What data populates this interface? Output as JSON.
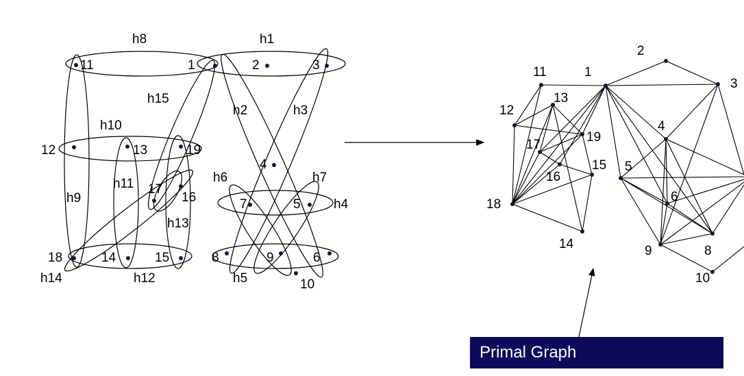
{
  "hypergraph": {
    "vertices": [
      {
        "id": "v11",
        "label": "11"
      },
      {
        "id": "v1",
        "label": "1"
      },
      {
        "id": "v2",
        "label": "2"
      },
      {
        "id": "v3",
        "label": "3"
      },
      {
        "id": "v12",
        "label": "12"
      },
      {
        "id": "v13",
        "label": "13"
      },
      {
        "id": "v19",
        "label": "19"
      },
      {
        "id": "v4",
        "label": "4"
      },
      {
        "id": "v17",
        "label": "17"
      },
      {
        "id": "v16",
        "label": "16"
      },
      {
        "id": "v7",
        "label": "7"
      },
      {
        "id": "v5",
        "label": "5"
      },
      {
        "id": "v18",
        "label": "18"
      },
      {
        "id": "v14",
        "label": "14"
      },
      {
        "id": "v15",
        "label": "15"
      },
      {
        "id": "v8",
        "label": "8"
      },
      {
        "id": "v9",
        "label": "9"
      },
      {
        "id": "v6",
        "label": "6"
      },
      {
        "id": "v10",
        "label": "10"
      }
    ],
    "hyperedges": [
      {
        "id": "h1",
        "label": "h1"
      },
      {
        "id": "h2",
        "label": "h2"
      },
      {
        "id": "h3",
        "label": "h3"
      },
      {
        "id": "h4",
        "label": "h4"
      },
      {
        "id": "h5",
        "label": "h5"
      },
      {
        "id": "h6",
        "label": "h6"
      },
      {
        "id": "h7",
        "label": "h7"
      },
      {
        "id": "h8",
        "label": "h8"
      },
      {
        "id": "h9",
        "label": "h9"
      },
      {
        "id": "h10",
        "label": "h10"
      },
      {
        "id": "h11",
        "label": "h11"
      },
      {
        "id": "h12",
        "label": "h12"
      },
      {
        "id": "h13",
        "label": "h13"
      },
      {
        "id": "h14",
        "label": "h14"
      },
      {
        "id": "h15",
        "label": "h15"
      }
    ]
  },
  "primal_graph": {
    "vertices": [
      {
        "id": "p1",
        "label": "1"
      },
      {
        "id": "p2",
        "label": "2"
      },
      {
        "id": "p3",
        "label": "3"
      },
      {
        "id": "p4",
        "label": "4"
      },
      {
        "id": "p5",
        "label": "5"
      },
      {
        "id": "p6",
        "label": "6"
      },
      {
        "id": "p8",
        "label": "8"
      },
      {
        "id": "p9",
        "label": "9"
      },
      {
        "id": "p10",
        "label": "10"
      },
      {
        "id": "p11",
        "label": "11"
      },
      {
        "id": "p12",
        "label": "12"
      },
      {
        "id": "p13",
        "label": "13"
      },
      {
        "id": "p14",
        "label": "14"
      },
      {
        "id": "p15",
        "label": "15"
      },
      {
        "id": "p16",
        "label": "16"
      },
      {
        "id": "p17",
        "label": "17"
      },
      {
        "id": "p18",
        "label": "18"
      },
      {
        "id": "p19",
        "label": "19"
      }
    ],
    "banner_label": "Primal Graph",
    "banner_color": "#0d0a5c"
  }
}
